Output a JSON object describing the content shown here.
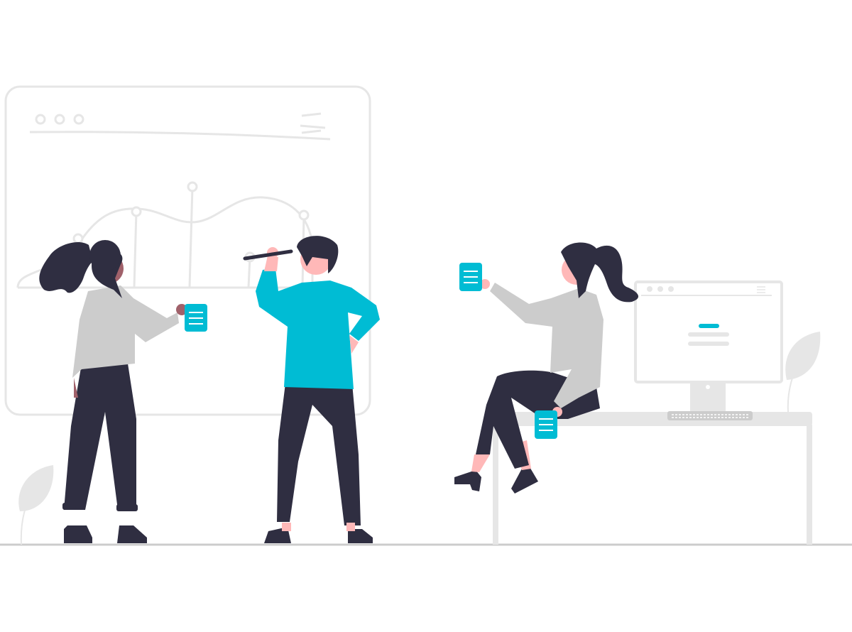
{
  "illustration": {
    "colors": {
      "background": "#ffffff",
      "frame": "#e6e6e6",
      "ground": "#cccccc",
      "accent": "#00bcd4",
      "dark": "#2f2e41",
      "shirt_gray": "#cccccc",
      "skin_light": "#ffb8b8",
      "skin_dark": "#a0616a"
    },
    "icons": [
      "browser-window",
      "line-chart",
      "sticky-note",
      "desktop-monitor",
      "keyboard",
      "plant"
    ]
  }
}
